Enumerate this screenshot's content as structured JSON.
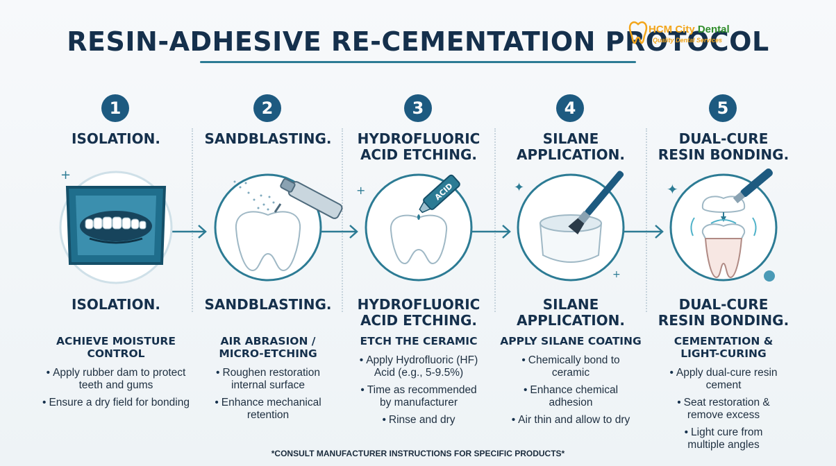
{
  "title": "RESIN-ADHESIVE RE-CEMENTATION PROTOCOL",
  "logo": {
    "name_part1": "HCM City ",
    "name_part2": "Dental",
    "tagline": "Quality Dental Services"
  },
  "steps": [
    {
      "number": "1",
      "heading_top": "ISOLATION.",
      "heading_bottom": "ISOLATION.",
      "subhead": "ACHIEVE MOISTURE CONTROL",
      "bullets": [
        "Apply rubber dam to protect teeth and gums",
        "Ensure a dry field for bonding"
      ]
    },
    {
      "number": "2",
      "heading_top": "SANDBLASTING.",
      "heading_bottom": "SANDBLASTING.",
      "subhead": "AIR ABRASION / MICRO-ETCHING",
      "bullets": [
        "Roughen restoration internal surface",
        "Enhance mechanical retention"
      ]
    },
    {
      "number": "3",
      "heading_top": "HYDROFLUORIC ACID ETCHING.",
      "heading_bottom": "HYDROFLUORIC ACID ETCHING.",
      "subhead": "ETCH THE CERAMIC",
      "bullets": [
        "Apply Hydrofluoric (HF) Acid (e.g., 5-9.5%)",
        "Time as recommended by manufacturer",
        "Rinse and dry"
      ],
      "tube_label": "ACID"
    },
    {
      "number": "4",
      "heading_top": "SILANE APPLICATION.",
      "heading_bottom": "SILANE APPLICATION.",
      "subhead": "APPLY SILANE COATING",
      "bullets": [
        "Chemically bond to ceramic",
        "Enhance chemical adhesion",
        "Air thin and allow to dry"
      ]
    },
    {
      "number": "5",
      "heading_top": "DUAL-CURE RESIN BONDING.",
      "heading_bottom": "DUAL-CURE RESIN BONDING.",
      "subhead": "CEMENTATION & LIGHT-CURING",
      "bullets": [
        "Apply dual-cure resin cement",
        "Seat restoration & remove excess",
        "Light cure from multiple angles"
      ]
    }
  ],
  "footnote": "*CONSULT MANUFACTURER INSTRUCTIONS FOR SPECIFIC PRODUCTS*",
  "colors": {
    "navy": "#15304c",
    "teal": "#2c7b94",
    "badge": "#1d5a80",
    "dam_blue": "#1f6e8c"
  }
}
